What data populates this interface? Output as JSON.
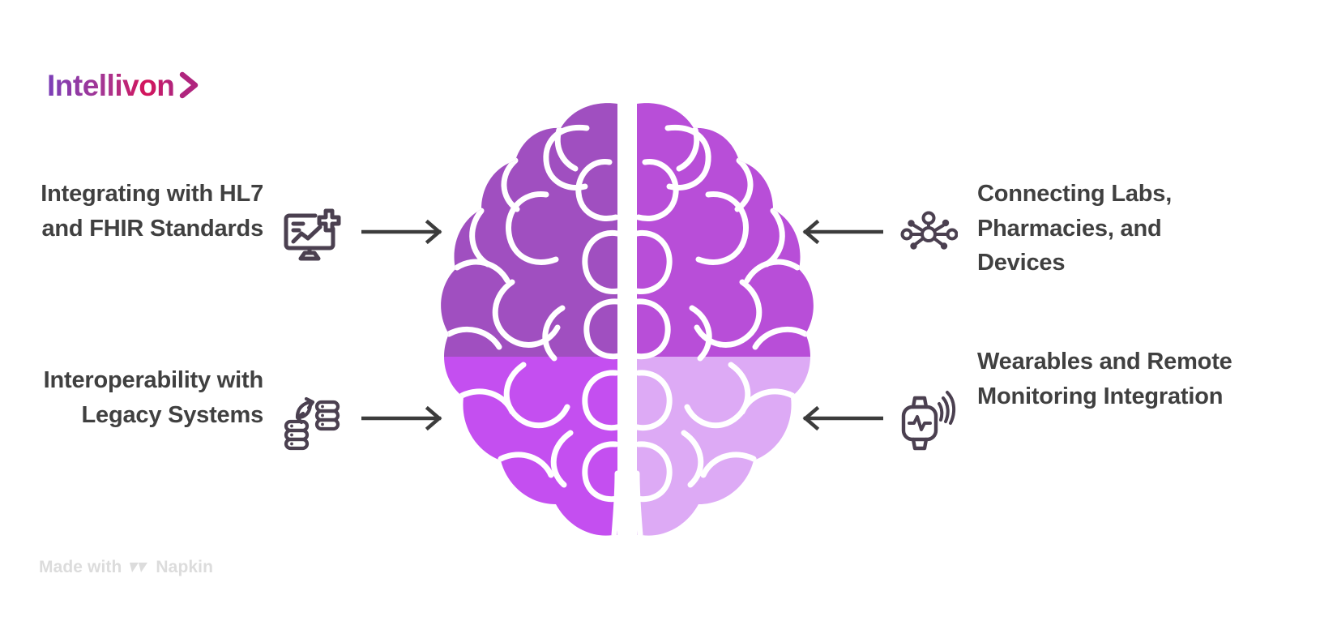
{
  "brand": {
    "name": "Intellivon",
    "chevron_icon": "chevron-right-icon",
    "gradient_start": "#7b3fb8",
    "gradient_end": "#d4145a"
  },
  "diagram": {
    "center_graphic": "brain-illustration",
    "center_colors": {
      "top_left": "#a04fc0",
      "top_right": "#b84ed8",
      "bottom_left": "#c44ff0",
      "bottom_right": "#ddaaf5",
      "sulci_stroke": "#ffffff"
    },
    "arrow_color": "#3c3c3c",
    "icon_stroke": "#4b4050",
    "text_color": "#404040",
    "left_items": [
      {
        "label": "Integrating with HL7 and FHIR Standards",
        "icon": "monitor-health-chart-icon",
        "arrow": "arrow-right-icon"
      },
      {
        "label": "Interoperability with Legacy Systems",
        "icon": "database-sync-icon",
        "arrow": "arrow-right-icon"
      }
    ],
    "right_items": [
      {
        "label": "Connecting Labs, Pharmacies, and Devices",
        "icon": "network-hub-icon",
        "arrow": "arrow-left-icon"
      },
      {
        "label": "Wearables and Remote Monitoring Integration",
        "icon": "smartwatch-signal-icon",
        "arrow": "arrow-left-icon"
      }
    ]
  },
  "footer": {
    "made_with": "Made with",
    "product": "Napkin",
    "logo_icon": "napkin-logo-icon",
    "color": "#dcdcdc"
  }
}
